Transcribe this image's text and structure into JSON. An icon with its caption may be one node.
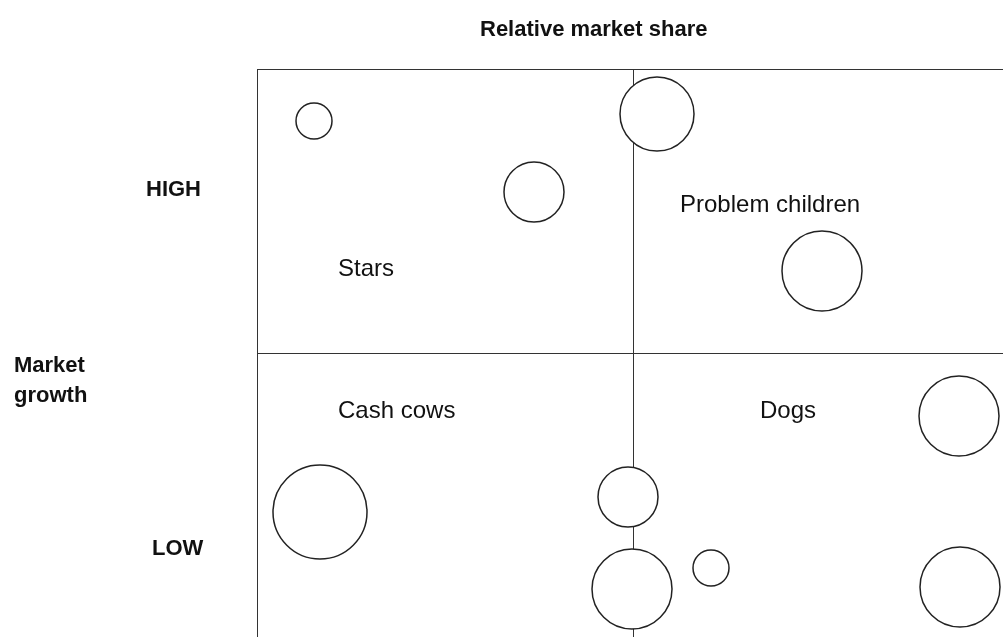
{
  "diagram": {
    "nodes": [
      {
        "text": [
          "Stars"
        ]
      },
      {
        "text": [
          "Problem children"
        ]
      },
      {
        "text": [
          "Cash cows"
        ]
      },
      {
        "text": [
          "Dogs"
        ]
      },
      {
        "text": [],
        "shape": "circle"
      },
      {
        "text": [],
        "shape": "circle",
        "in": 0
      },
      {
        "text": [],
        "shape": "circle",
        "in": 0
      },
      {
        "text": [],
        "shape": "circle",
        "in": 1
      },
      {
        "text": [],
        "shape": "circle",
        "in": 3
      },
      {
        "text": [],
        "shape": "circle"
      },
      {
        "text": [],
        "shape": "circle",
        "in": 2
      },
      {
        "text": [],
        "shape": "circle",
        "in": 3
      },
      {
        "text": [],
        "shape": "circle",
        "in": 3
      },
      {
        "text": [],
        "shape": "circle"
      }
    ],
    "edges": [],
    "labels": [
      "Relative market share",
      "HIGH",
      "Market growth",
      "LOW"
    ]
  }
}
